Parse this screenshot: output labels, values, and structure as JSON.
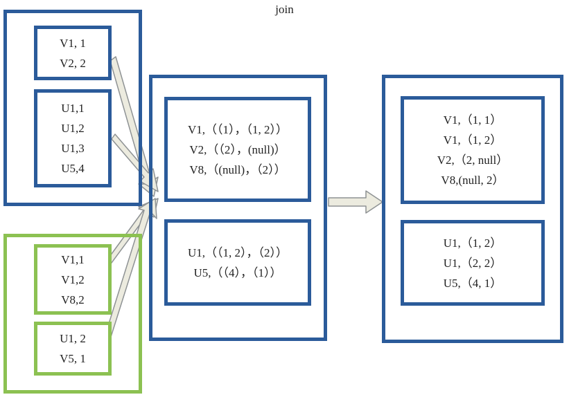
{
  "title": "join",
  "input_blue": {
    "v_group": [
      "V1, 1",
      "V2, 2"
    ],
    "u_group": [
      "U1,1",
      "U1,2",
      "U1,3",
      "U5,4"
    ]
  },
  "input_green": {
    "v_group": [
      "V1,1",
      "V1,2",
      "V8,2"
    ],
    "u_group": [
      "U1, 2",
      "V5, 1"
    ]
  },
  "middle": {
    "v_group": [
      "V1,（（1），（1, 2））",
      "V2,（（2），(null)）",
      "V8,（(null)，（2））"
    ],
    "u_group": [
      "U1,（（1, 2），（2））",
      "U5,（（4），（1））"
    ]
  },
  "output": {
    "v_group": [
      "V1,（1, 1）",
      "V1,（1, 2）",
      "V2,（2, null）",
      "V8,(null, 2）"
    ],
    "u_group": [
      "U1,（1, 2）",
      "U1,（2, 2）",
      "U5,（4, 1）"
    ]
  },
  "colors": {
    "blue": "#2b5b9a",
    "green": "#8cc152",
    "arrow_fill": "#ecebdf",
    "arrow_stroke": "#8e9294"
  }
}
